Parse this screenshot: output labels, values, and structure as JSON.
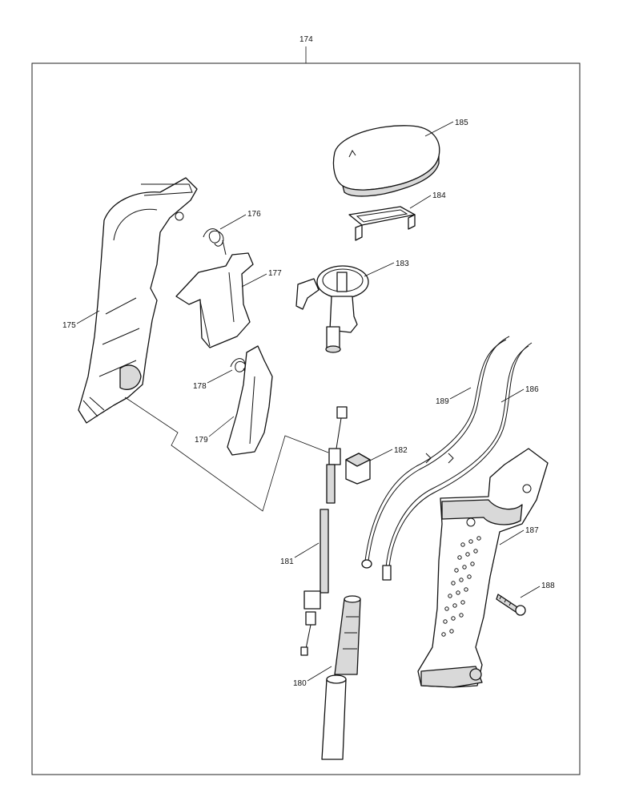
{
  "diagram": {
    "assembly_label": "174",
    "parts": [
      {
        "id": "p175",
        "label": "175"
      },
      {
        "id": "p176",
        "label": "176"
      },
      {
        "id": "p177",
        "label": "177"
      },
      {
        "id": "p178",
        "label": "178"
      },
      {
        "id": "p179",
        "label": "179"
      },
      {
        "id": "p180",
        "label": "180"
      },
      {
        "id": "p181",
        "label": "181"
      },
      {
        "id": "p182",
        "label": "182"
      },
      {
        "id": "p183",
        "label": "183"
      },
      {
        "id": "p184",
        "label": "184"
      },
      {
        "id": "p185",
        "label": "185"
      },
      {
        "id": "p186",
        "label": "186"
      },
      {
        "id": "p187",
        "label": "187"
      },
      {
        "id": "p188",
        "label": "188"
      },
      {
        "id": "p189",
        "label": "189"
      }
    ]
  }
}
